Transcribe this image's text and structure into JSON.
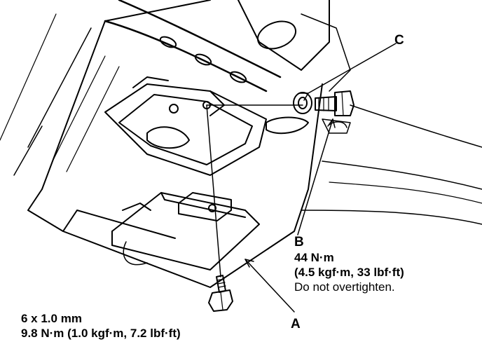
{
  "callouts": {
    "a": "A",
    "b": "B",
    "c": "C"
  },
  "b_spec": {
    "torque_nm": "44 N·m",
    "torque_alt": "(4.5 kgf·m, 33 lbf·ft)",
    "note": "Do not overtighten."
  },
  "bolt_spec": {
    "size": "6 x 1.0 mm",
    "torque": "9.8 N·m (1.0 kgf·m, 7.2 lbf·ft)"
  },
  "colors": {
    "ink": "#000000",
    "paper": "#ffffff"
  }
}
